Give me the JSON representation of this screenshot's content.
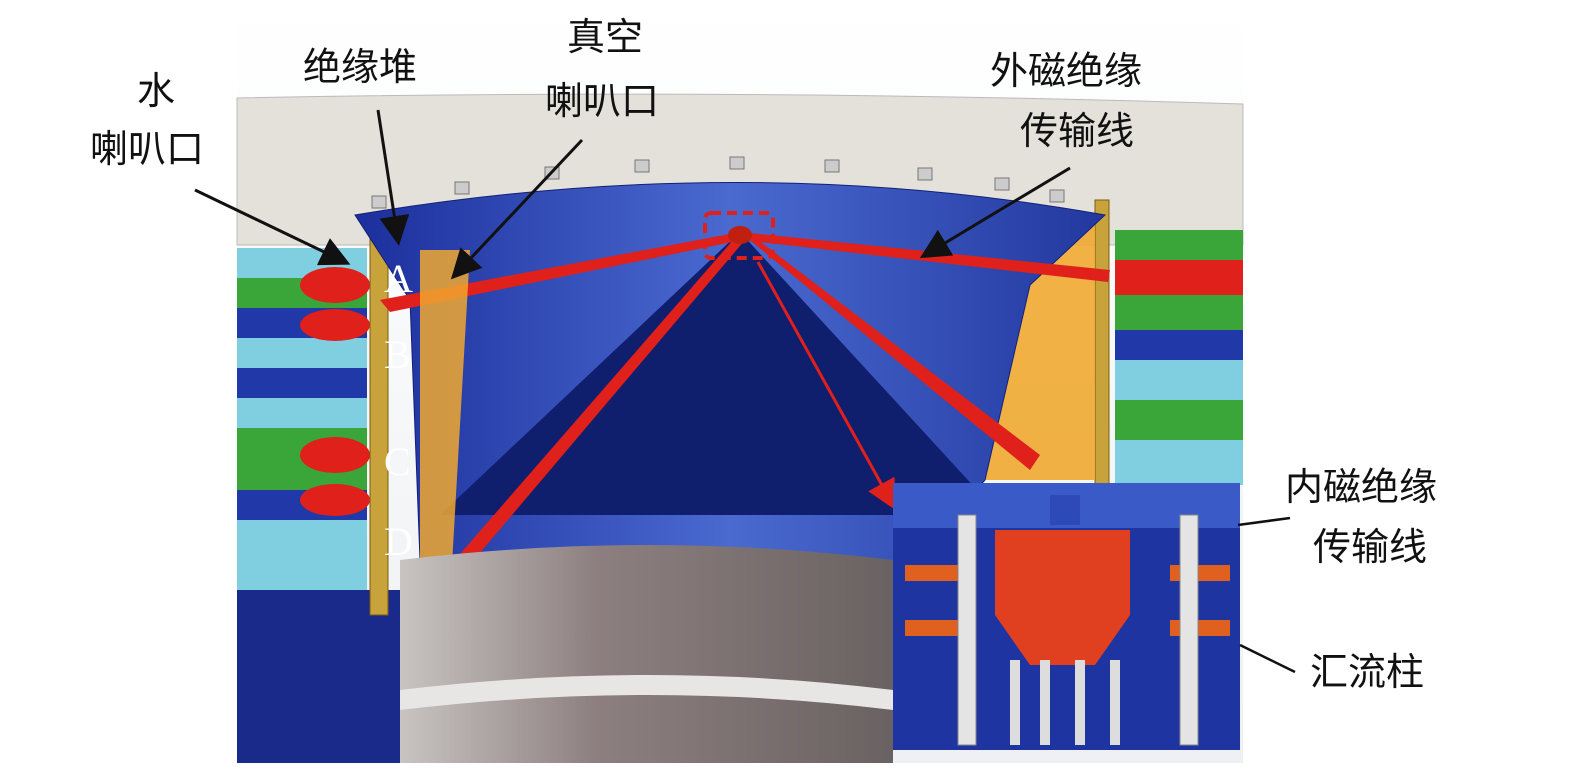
{
  "labels": {
    "water_horn": [
      "水",
      "喇叭口"
    ],
    "insulator_stack": "绝缘堆",
    "vacuum_horn": [
      "真空",
      "喇叭口"
    ],
    "outer_mitl": [
      "外磁绝缘",
      "传输线"
    ],
    "inner_mitl": [
      "内磁绝缘",
      "传输线"
    ],
    "post_hole_convolute": "汇流柱"
  },
  "sections": [
    "A",
    "B",
    "C",
    "D"
  ],
  "colors": {
    "conductor_blue": "#2038a8",
    "insulator_red": "#e02a1a",
    "water_light_blue": "#7fcfe0",
    "green": "#3aa63a",
    "cylinder_gray": "#a29c9b",
    "highlight_red": "#e0201a"
  }
}
